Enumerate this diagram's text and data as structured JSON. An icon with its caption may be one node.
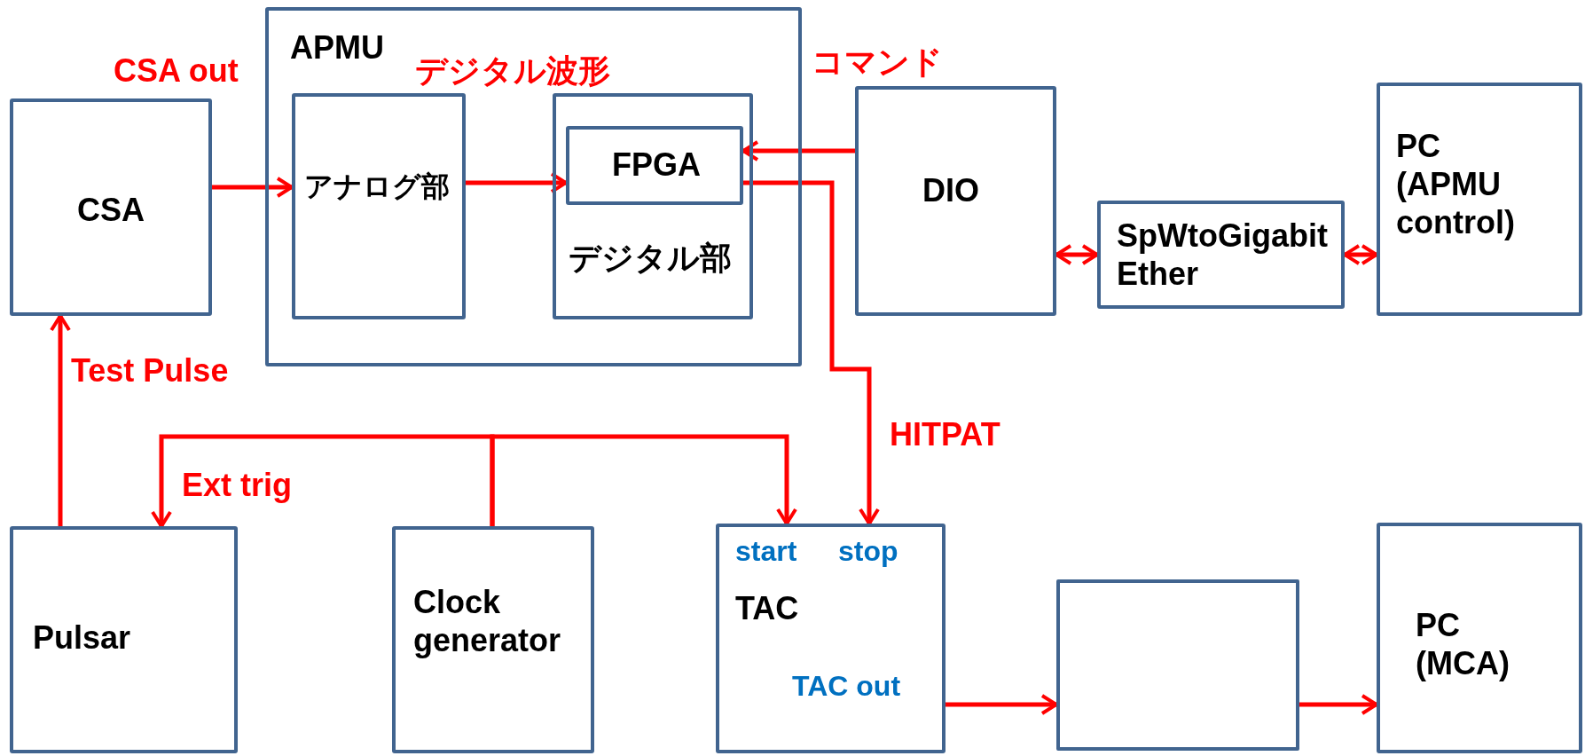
{
  "diagram": {
    "nodes": [
      {
        "text": [
          "CSA"
        ]
      },
      {
        "text": [
          "APMU"
        ]
      },
      {
        "text": [
          "アナログ部"
        ],
        "in": 1
      },
      {
        "text": [
          "デジタル部"
        ],
        "in": 1
      },
      {
        "text": [
          "FPGA"
        ],
        "in": 3
      },
      {
        "text": [
          "DIO"
        ]
      },
      {
        "text": [
          "SpWtoGigabit Ether"
        ]
      },
      {
        "text": [
          "PC (APMU control)"
        ]
      },
      {
        "text": [
          "Pulsar"
        ]
      },
      {
        "text": [
          "Clock generator"
        ]
      },
      {
        "text": [
          "start",
          "stop",
          "TAC",
          "TAC out"
        ]
      },
      {
        "text": [],
        "shape": "box"
      },
      {
        "text": [
          "PC (MCA)"
        ]
      }
    ],
    "edges": [
      {
        "from": 0,
        "to": 2,
        "arrow": "to",
        "label": "CSA out"
      },
      {
        "from": 2,
        "to": 4,
        "arrow": "to",
        "label": "デジタル波形"
      },
      {
        "from": 5,
        "to": 4,
        "arrow": "to",
        "label": "コマンド"
      },
      {
        "from": 4,
        "to": 10,
        "arrow": "to",
        "label": "HITPAT"
      },
      {
        "from": 5,
        "to": 6,
        "arrow": "both"
      },
      {
        "from": 6,
        "to": 7,
        "arrow": "both"
      },
      {
        "from": 8,
        "to": 0,
        "arrow": "to",
        "label": "Test Pulse"
      },
      {
        "from": 9,
        "to": 8,
        "arrow": "to",
        "label": "Ext trig"
      },
      {
        "from": 9,
        "to": 10,
        "arrow": "to"
      },
      {
        "from": 10,
        "to": 11,
        "arrow": "to"
      },
      {
        "from": 11,
        "to": 12,
        "arrow": "to"
      }
    ]
  }
}
